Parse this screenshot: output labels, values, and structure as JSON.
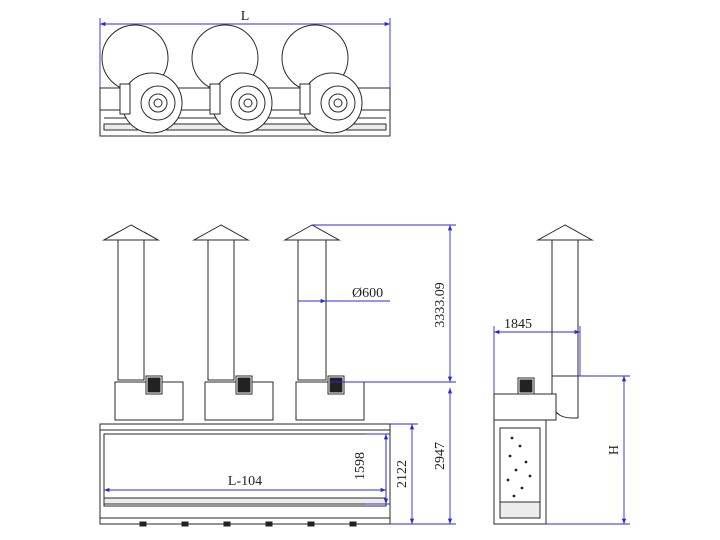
{
  "dimensions": {
    "top_length": "L",
    "inner_length": "L-104",
    "duct_diameter": "Ø600",
    "stack_height": "3333.09",
    "total_height": "2947",
    "cabinet_height": "2122",
    "opening_height": "1598",
    "side_offset": "1845",
    "side_height": "H"
  }
}
